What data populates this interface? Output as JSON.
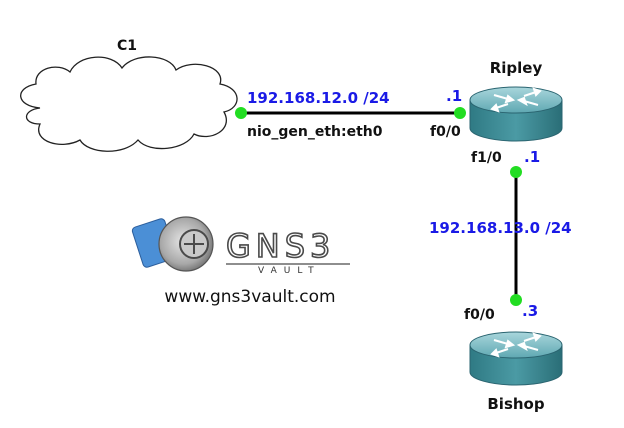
{
  "cloud": {
    "name": "C1"
  },
  "routers": {
    "ripley": {
      "name": "Ripley"
    },
    "bishop": {
      "name": "Bishop"
    }
  },
  "links": {
    "c1_ripley": {
      "network": "192.168.12.0 /24",
      "c1_interface": "nio_gen_eth:eth0",
      "ripley_interface": "f0/0",
      "ripley_host": ".1"
    },
    "ripley_bishop": {
      "network": "192.168.13.0 /24",
      "ripley_interface": "f1/0",
      "ripley_host": ".1",
      "bishop_interface": "f0/0",
      "bishop_host": ".3"
    }
  },
  "logo": {
    "brand": "GNS3",
    "sub": "VAULT",
    "url": "www.gns3vault.com"
  },
  "colors": {
    "address_text": "#1a1ae6",
    "endpoint": "#22dd22",
    "router_body": "#3d8f99"
  }
}
